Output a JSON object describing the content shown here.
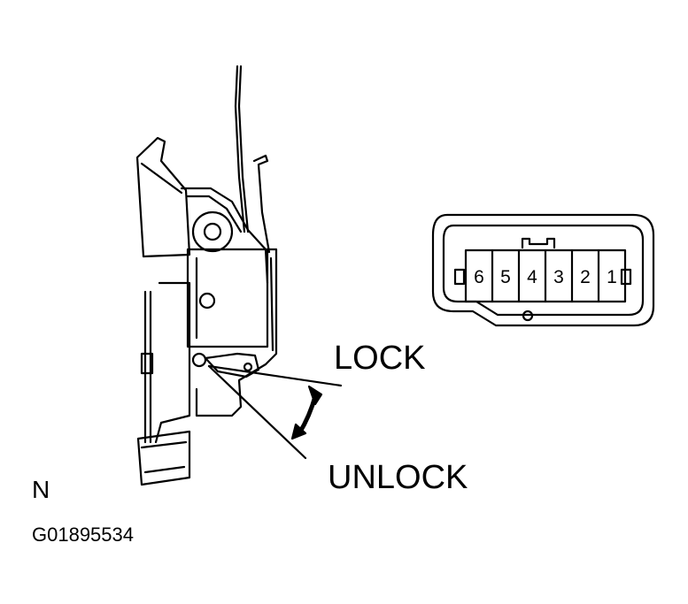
{
  "labels": {
    "lock": "LOCK",
    "unlock": "UNLOCK",
    "view": "N",
    "figure_code": "G01895534"
  },
  "connector": {
    "pins": [
      "6",
      "5",
      "4",
      "3",
      "2",
      "1"
    ]
  }
}
